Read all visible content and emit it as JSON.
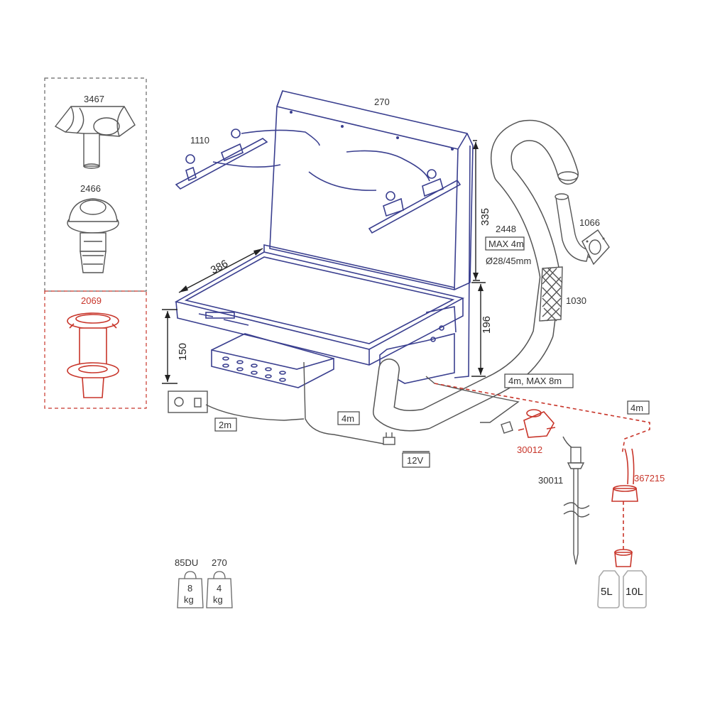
{
  "parts": {
    "p3467": "3467",
    "p2466": "2466",
    "p2069": "2069",
    "p1110": "1110",
    "p270": "270",
    "p1066": "1066",
    "p2448": "2448",
    "p1030": "1030",
    "p30012": "30012",
    "p30011": "30011",
    "p367215": "367215"
  },
  "dimensions": {
    "d335": "335",
    "d386": "386",
    "d196": "196",
    "d150": "150"
  },
  "specs": {
    "hose_max": "MAX 4m",
    "hose_diam": "Ø28/45mm",
    "pipe_4m_max8m": "4m, MAX 8m",
    "pipe_4m_right": "4m",
    "cable_2m": "2m",
    "cable_4m": "4m",
    "voltage": "12V"
  },
  "weights": [
    {
      "model": "85DU",
      "value": "8",
      "unit": "kg"
    },
    {
      "model": "270",
      "value": "4",
      "unit": "kg"
    }
  ],
  "tanks": [
    "5L",
    "10L"
  ],
  "colors": {
    "main": "#3a3f8f",
    "accent": "#c8352a",
    "gray": "#555555"
  }
}
